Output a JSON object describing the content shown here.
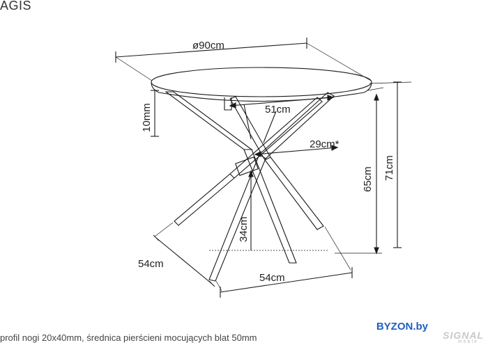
{
  "product": {
    "name": "AGIS"
  },
  "dimensions": {
    "diameter": "ø90cm",
    "top_thickness": "10mm",
    "ring_span": "51cm",
    "inner_span": "29cm*",
    "clearance_height": "65cm",
    "total_height": "71cm",
    "cross_height": "34cm",
    "base_depth": "54cm",
    "base_width": "54cm"
  },
  "footnote": "profil nogi 20x40mm, średnica pierścieni mocujących blat 50mm",
  "watermark": {
    "site": "BYZON.by",
    "logo": "SIGNAL",
    "logo_sub": "meble"
  },
  "colors": {
    "line": "#1a1a1a",
    "brand": "#1f5fbf"
  }
}
